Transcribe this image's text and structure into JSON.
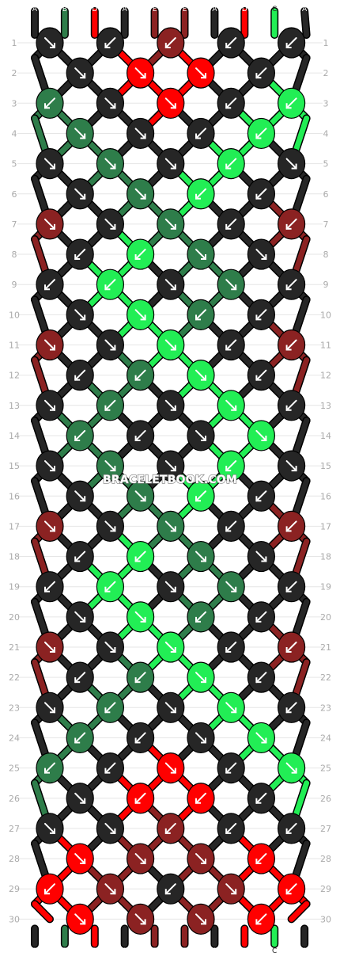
{
  "watermark": "BRACELETBOOK.COM",
  "colors": {
    "A": "#262626",
    "B": "#2E7D4A",
    "C": "#22EE55",
    "D": "#FF0000",
    "E": "#8B2222"
  },
  "strings_top": [
    "A",
    "B",
    "D",
    "A",
    "E",
    "E",
    "A",
    "D",
    "C",
    "A"
  ],
  "strings_bottom": [
    "A",
    "B",
    "D",
    "A",
    "E",
    "E",
    "A",
    "D",
    "C",
    "A"
  ],
  "row_labels": [
    "1",
    "2",
    "3",
    "4",
    "5",
    "6",
    "7",
    "8",
    "9",
    "10",
    "11",
    "12",
    "13",
    "14",
    "15",
    "16",
    "17",
    "18",
    "19",
    "20",
    "21",
    "22",
    "23",
    "24",
    "25",
    "26",
    "27",
    "28",
    "29",
    "30"
  ],
  "knot_rows": [
    [
      "A:br",
      "A:bl",
      "E:bl",
      "A:bl",
      "A:bl"
    ],
    [
      "A:br",
      "D:br",
      "D:br",
      "A:bl"
    ],
    [
      "B:bl",
      "A:br",
      "D:br",
      "A:bl",
      "C:bl"
    ],
    [
      "B:br",
      "A:br",
      "A:bl",
      "C:bl"
    ],
    [
      "A:br",
      "B:br",
      "A:br",
      "C:bl",
      "A:br"
    ],
    [
      "A:br",
      "B:br",
      "C:bl",
      "A:bl"
    ],
    [
      "E:br",
      "A:br",
      "B:br",
      "A:bl",
      "E:bl"
    ],
    [
      "A:bl",
      "C:bl",
      "B:br",
      "A:br"
    ],
    [
      "A:bl",
      "C:bl",
      "A:br",
      "B:br",
      "A:bl"
    ],
    [
      "A:br",
      "C:br",
      "B:bl",
      "A:bl"
    ],
    [
      "E:br",
      "A:br",
      "C:br",
      "A:bl",
      "E:bl"
    ],
    [
      "A:bl",
      "B:bl",
      "C:br",
      "A:bl"
    ],
    [
      "A:br",
      "B:bl",
      "A:br",
      "C:br",
      "A:bl"
    ],
    [
      "B:bl",
      "A:bl",
      "A:br",
      "C:br"
    ],
    [
      "A:br",
      "B:br",
      "A:br",
      "C:bl",
      "A:br"
    ],
    [
      "A:br",
      "B:br",
      "C:bl",
      "A:bl"
    ],
    [
      "E:br",
      "A:br",
      "B:br",
      "A:bl",
      "E:bl"
    ],
    [
      "A:bl",
      "C:bl",
      "B:br",
      "A:br"
    ],
    [
      "A:bl",
      "C:bl",
      "A:br",
      "B:br",
      "A:bl"
    ],
    [
      "A:br",
      "C:br",
      "B:bl",
      "A:bl"
    ],
    [
      "E:br",
      "A:br",
      "C:br",
      "A:bl",
      "E:bl"
    ],
    [
      "A:bl",
      "B:bl",
      "C:br",
      "A:bl"
    ],
    [
      "A:br",
      "B:bl",
      "A:br",
      "C:br",
      "A:bl"
    ],
    [
      "B:bl",
      "A:bl",
      "A:br",
      "C:br"
    ],
    [
      "B:bl",
      "A:bl",
      "D:br",
      "A:bl",
      "C:br"
    ],
    [
      "A:br",
      "D:bl",
      "D:bl",
      "A:bl"
    ],
    [
      "A:br",
      "A:br",
      "E:bl",
      "A:bl",
      "A:bl"
    ],
    [
      "D:br",
      "E:br",
      "E:br",
      "D:bl"
    ],
    [
      "D:bl",
      "E:br",
      "A:bl",
      "E:br",
      "D:bl"
    ],
    [
      "D:br",
      "E:br",
      "E:br",
      "D:bl"
    ]
  ]
}
